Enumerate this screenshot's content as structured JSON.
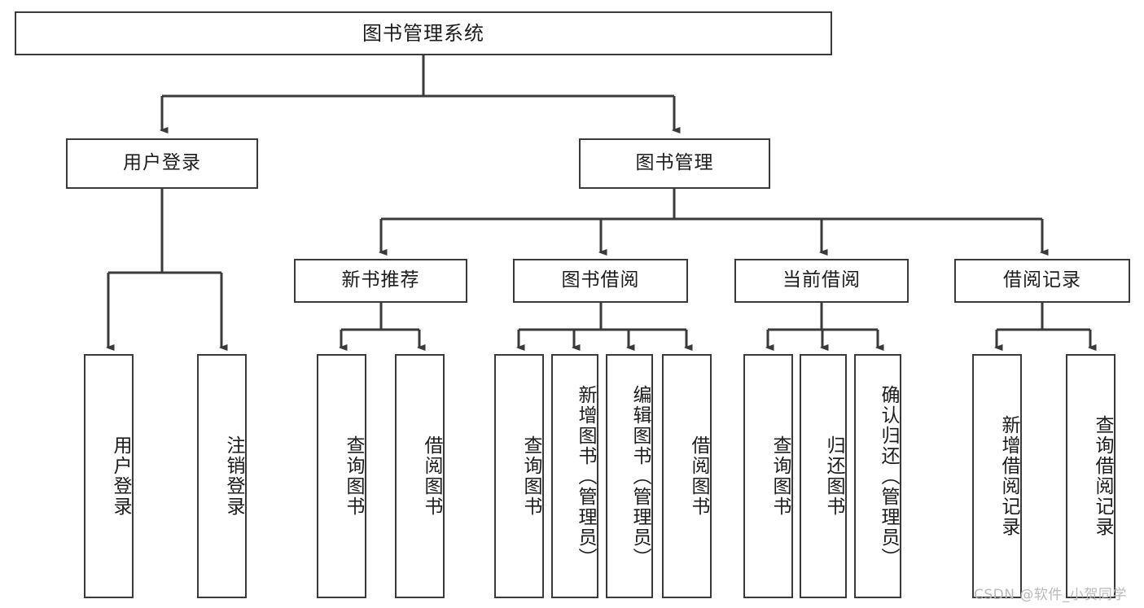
{
  "diagram": {
    "title": "图书管理系统",
    "type": "tree-hierarchy",
    "watermark": "CSDN @软件_小贺同学",
    "colors": {
      "stroke": "#3a3a3a",
      "fill": "#ffffff",
      "text": "#1c1c1c",
      "watermark": "#b9b9b9"
    },
    "levels": {
      "root": {
        "label": "图书管理系统"
      },
      "level2": [
        {
          "label": "用户登录"
        },
        {
          "label": "图书管理"
        }
      ],
      "level3": [
        {
          "label": "新书推荐"
        },
        {
          "label": "图书借阅"
        },
        {
          "label": "当前借阅"
        },
        {
          "label": "借阅记录"
        }
      ],
      "leaves": {
        "user_login": [
          {
            "label": "用户登录"
          },
          {
            "label": "注销登录"
          }
        ],
        "new_book_recommend": [
          {
            "label": "查询图书"
          },
          {
            "label": "借阅图书"
          }
        ],
        "book_borrow": [
          {
            "label": "查询图书"
          },
          {
            "label": "新增图书（管理员）"
          },
          {
            "label": "编辑图书（管理员）"
          },
          {
            "label": "借阅图书"
          }
        ],
        "current_borrow": [
          {
            "label": "查询图书"
          },
          {
            "label": "归还图书"
          },
          {
            "label": "确认归还（管理员）"
          }
        ],
        "borrow_record": [
          {
            "label": "新增借阅记录"
          },
          {
            "label": "查询借阅记录"
          }
        ]
      }
    }
  }
}
